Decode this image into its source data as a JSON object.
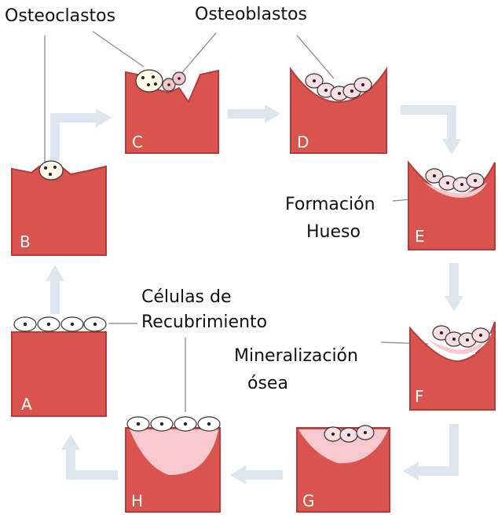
{
  "labels": {
    "osteoclasts": "Osteoclastos",
    "osteoblasts": "Osteoblastos",
    "formation_1": "Formación",
    "formation_2": "Hueso",
    "mineral_1": "Mineralización",
    "mineral_2": "ósea",
    "lining_1": "Células de",
    "lining_2": "Recubrimiento"
  },
  "stages": [
    "A",
    "B",
    "C",
    "D",
    "E",
    "F",
    "G",
    "H"
  ],
  "colors": {
    "bone": "#d9534f",
    "bone_edge": "#b83a38",
    "new_bone": "#f7c9cf",
    "arrow": "#dde5ef",
    "line": "#888888"
  }
}
